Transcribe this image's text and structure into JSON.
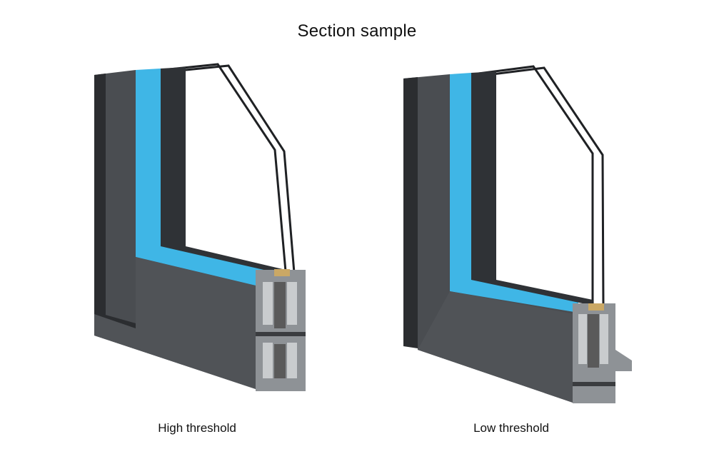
{
  "title": "Section sample",
  "samples": [
    {
      "caption": "High threshold"
    },
    {
      "caption": "Low threshold"
    }
  ],
  "colors": {
    "frame_dark": "#4a4d51",
    "frame_shadow": "#2b2d30",
    "thermal_blue": "#3fb6e6",
    "glass_edge": "#1f2124",
    "aluminium": "#8e9296",
    "insulation": "#5a5a5a"
  }
}
